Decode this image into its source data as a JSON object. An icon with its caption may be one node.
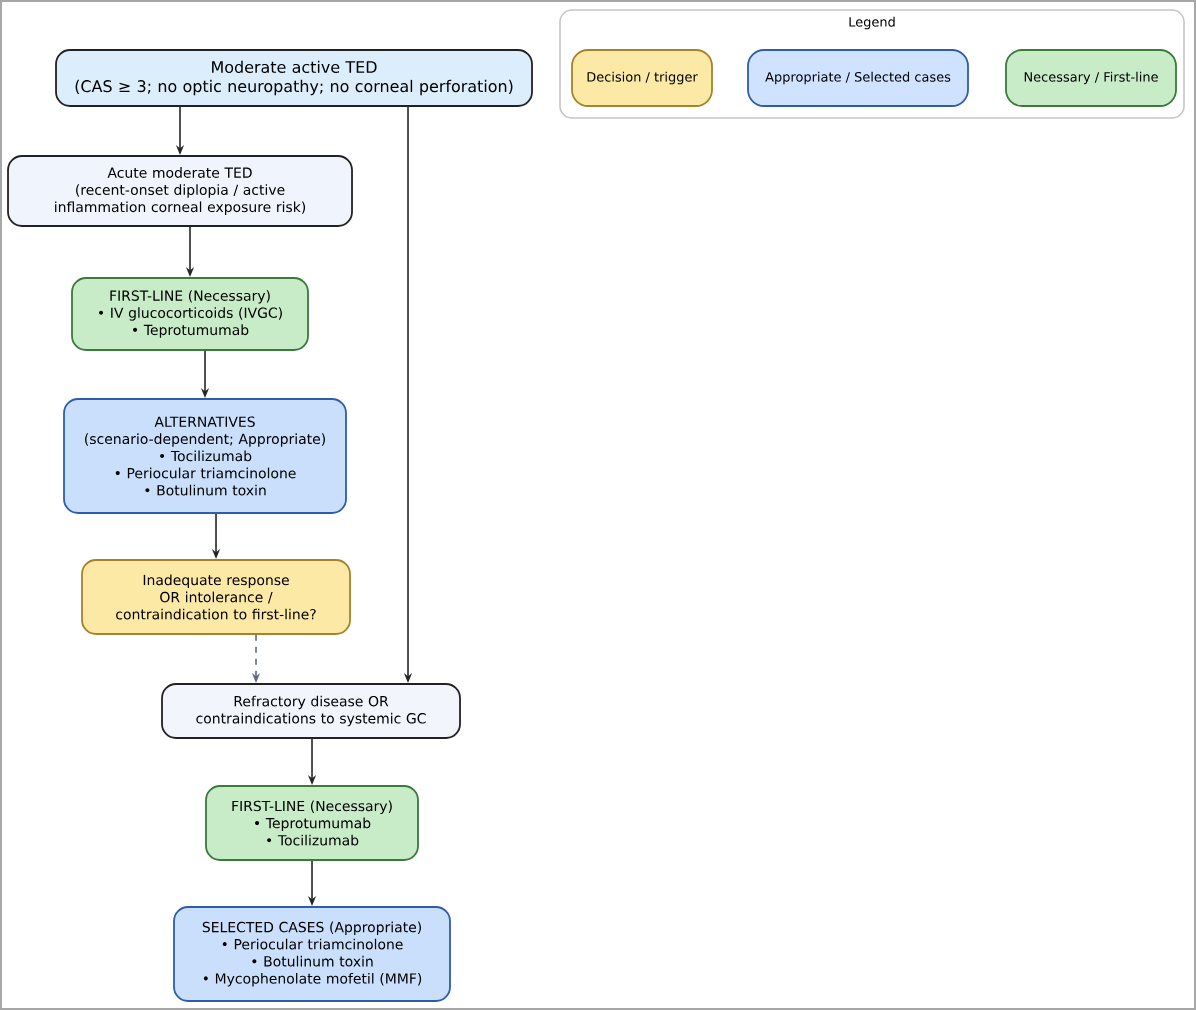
{
  "diagram": {
    "nodes": [
      {
        "text": [
          "Moderate active TED",
          "(CAS ≥ 3; no optic neuropathy; no corneal perforation)"
        ]
      },
      {
        "text": [
          "Acute moderate TED",
          "(recent-onset diplopia / active inflammation corneal exposure risk)"
        ]
      },
      {
        "text": [
          "FIRST-LINE (Necessary)",
          "• IV glucocorticoids (IVGC)",
          "• Teprotumumab"
        ]
      },
      {
        "text": [
          "ALTERNATIVES",
          "(scenario-dependent; Appropriate)",
          "• Tocilizumab",
          "• Periocular triamcinolone",
          "• Botulinum toxin"
        ]
      },
      {
        "text": [
          "Inadequate response OR intolerance / contraindication to first-line?"
        ]
      },
      {
        "text": [
          "Refractory disease OR contraindications to systemic GC"
        ]
      },
      {
        "text": [
          "FIRST-LINE (Necessary)",
          "• Teprotumumab",
          "• Tocilizumab"
        ]
      },
      {
        "text": [
          "SELECTED CASES (Appropriate)",
          "• Periocular triamcinolone",
          "• Botulinum toxin",
          "• Mycophenolate mofetil (MMF)"
        ]
      }
    ],
    "edges": [
      {
        "from": 0,
        "to": 1,
        "arrow": "to"
      },
      {
        "from": 0,
        "to": 5,
        "arrow": "to"
      },
      {
        "from": 1,
        "to": 2,
        "arrow": "to"
      },
      {
        "from": 2,
        "to": 3,
        "arrow": "to"
      },
      {
        "from": 3,
        "to": 4,
        "arrow": "to"
      },
      {
        "from": 4,
        "to": 5,
        "arrow": "to",
        "style": "dashed",
        "color": "#5a6a80"
      },
      {
        "from": 5,
        "to": 6,
        "arrow": "to"
      },
      {
        "from": 6,
        "to": 7,
        "arrow": "to"
      }
    ],
    "labels": [
      "Legend"
    ],
    "legend": [
      {
        "text": "Decision / trigger",
        "color": "#fde9a6"
      },
      {
        "text": "Appropriate / Selected cases",
        "color": "#cfe2ff"
      },
      {
        "text": "Necessary / First-line",
        "color": "#c9ecc8"
      }
    ]
  }
}
